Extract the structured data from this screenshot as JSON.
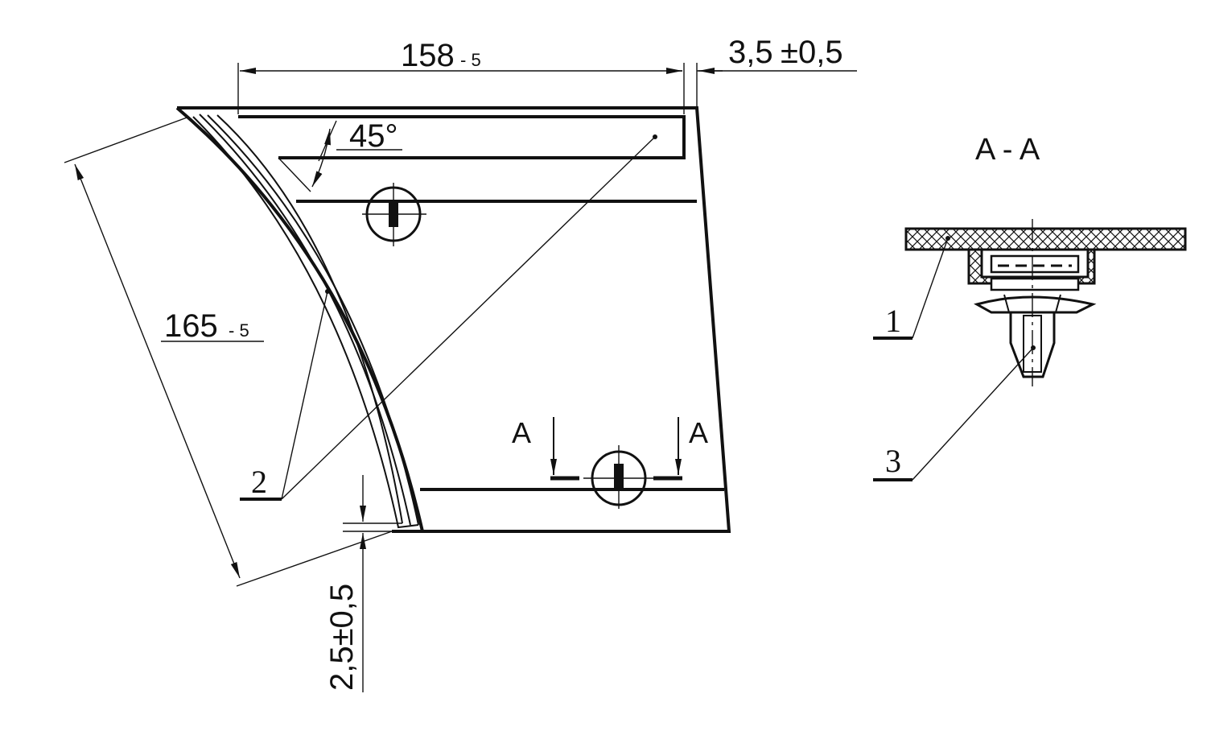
{
  "dimensions": {
    "width_top": {
      "base": "158",
      "tolerance": "- 5"
    },
    "gap_right": {
      "base": "3,5",
      "tolerance": "±0,5"
    },
    "height_left": {
      "base": "165",
      "tolerance": "- 5"
    },
    "gap_bottom": {
      "text": "2,5±0,5"
    },
    "angle": {
      "text": "45°"
    }
  },
  "section_marks": {
    "left": "A",
    "right": "A",
    "title": "A - A"
  },
  "callouts": {
    "item_1": "1",
    "item_2": "2",
    "item_3": "3"
  },
  "colors": {
    "line": "#111111",
    "background": "#ffffff"
  }
}
